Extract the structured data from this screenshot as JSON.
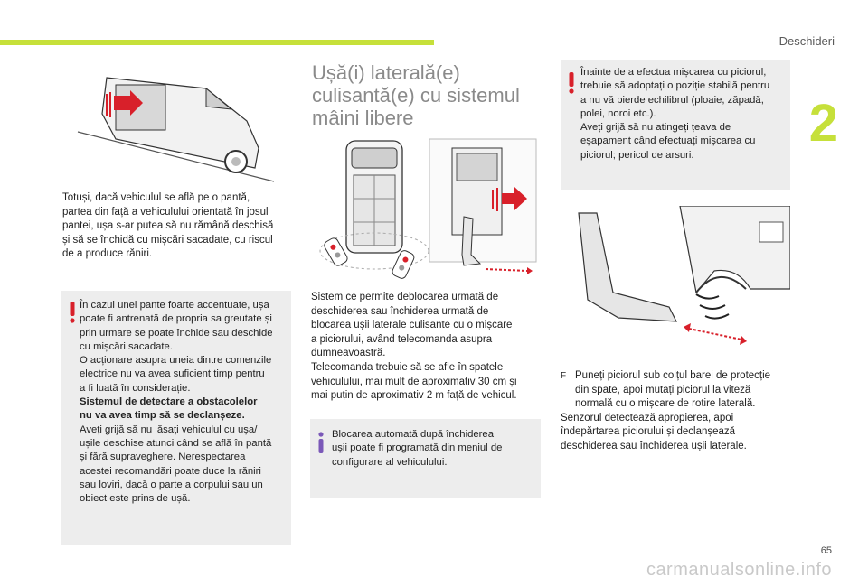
{
  "header": {
    "section_title": "Deschideri",
    "chapter_number": "2",
    "page_number": "65",
    "watermark": "carmanualsonline.info"
  },
  "colors": {
    "accent": "#c6e03a",
    "warning": "#d8202a",
    "info": "#7a58b8",
    "box_bg": "#ededed"
  },
  "left_column": {
    "intro_lines": [
      "Totuși, dacă vehiculul se află pe o pantă,",
      "partea din față a vehiculului orientată în josul",
      "pantei, ușa s-ar putea să nu rămână deschisă",
      "și să se închidă cu mișcări sacadate, cu riscul",
      "de a produce răniri."
    ],
    "warning_lines": [
      "În cazul unei pante foarte accentuate, ușa",
      "poate fi antrenată de propria sa greutate și",
      "prin urmare se poate închide sau deschide",
      "cu mișcări sacadate.",
      "O acționare asupra uneia dintre comenzile",
      "electrice nu va avea suficient timp pentru",
      "a fi luată în considerație."
    ],
    "warning_bold_lines": [
      "Sistemul de detectare a obstacolelor",
      "nu va avea timp să se declanșeze."
    ],
    "warning_tail_lines": [
      "Aveți grijă să nu lăsați vehiculul cu ușa/",
      "ușile deschise atunci când se află în pantă",
      "și fără supraveghere. Nerespectarea",
      "acestei recomandări poate duce la răniri",
      "sau loviri, dacă o parte a corpului sau un",
      "obiect este prins de ușă."
    ]
  },
  "middle_column": {
    "heading_lines": [
      "Ușă(i) laterală(e)",
      "culisantă(e) cu sistemul",
      "mâini libere"
    ],
    "body_lines": [
      "Sistem ce permite deblocarea urmată de",
      "deschiderea sau închiderea urmată de",
      "blocarea ușii laterale culisante cu o mișcare",
      "a piciorului, având telecomanda asupra",
      "dumneavoastră.",
      "Telecomanda trebuie să se afle în spatele",
      "vehiculului, mai mult de aproximativ 30 cm și",
      "mai puțin de aproximativ 2 m față de vehicul."
    ],
    "info_lines": [
      "Blocarea automată după închiderea",
      "ușii poate fi programată din meniul de",
      "configurare al vehiculului."
    ]
  },
  "right_column": {
    "warning_lines": [
      "Înainte de a efectua mișcarea cu piciorul,",
      "trebuie să adoptați o poziție stabilă pentru",
      "a nu vă pierde echilibrul (ploaie, zăpadă,",
      "polei, noroi etc.).",
      "Aveți grijă să nu atingeți țeava de",
      "eșapament când efectuați mișcarea cu",
      "piciorul; pericol de arsuri."
    ],
    "bullet_symbol": "F",
    "bullet_lines": [
      "Puneți piciorul sub colțul barei de protecție",
      "din spate, apoi mutați piciorul la viteză",
      "normală cu o mișcare de rotire laterală."
    ],
    "tail_lines": [
      "Senzorul detectează apropierea, apoi",
      "îndepărtarea piciorului și declanșează",
      "deschiderea sau închiderea ușii laterale."
    ]
  }
}
